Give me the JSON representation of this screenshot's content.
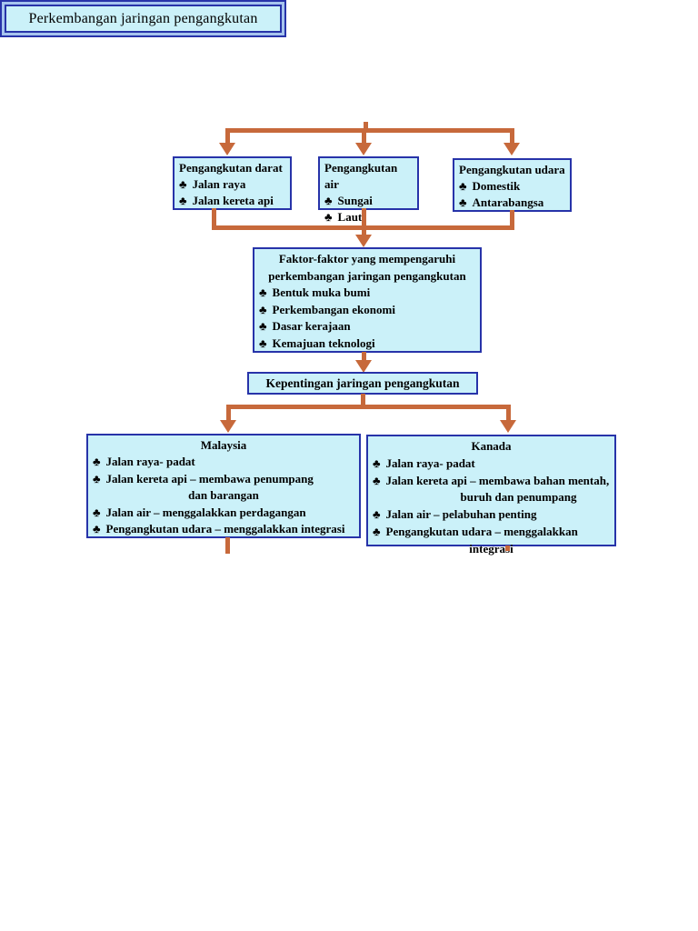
{
  "diagram": {
    "bullet": "♣",
    "colors": {
      "box_fill": "#CBF1F9",
      "box_border": "#2733A9",
      "arrow": "#C7693B",
      "title_inner_ring": "#A6C4EE",
      "page_background": "#FFFFFF",
      "text": "#000000"
    },
    "title": "Perkembangan jaringan pengangkutan",
    "darat": {
      "header": "Pengangkutan darat",
      "items": [
        "Jalan raya",
        "Jalan kereta api"
      ]
    },
    "air": {
      "header": "Pengangkutan air",
      "items": [
        "Sungai",
        "Laut"
      ]
    },
    "udara": {
      "header": "Pengangkutan udara",
      "items": [
        "Domestik",
        "Antarabangsa"
      ]
    },
    "faktor": {
      "header_line1": "Faktor-faktor yang mempengaruhi",
      "header_line2": "perkembangan jaringan pengangkutan",
      "items": [
        "Bentuk muka bumi",
        "Perkembangan ekonomi",
        "Dasar kerajaan",
        "Kemajuan teknologi"
      ]
    },
    "kepentingan": {
      "label": "Kepentingan jaringan pengangkutan"
    },
    "malaysia": {
      "header": "Malaysia",
      "items": [
        {
          "text": "Jalan raya- padat"
        },
        {
          "text": "Jalan kereta api – membawa penumpang",
          "cont": "dan barangan"
        },
        {
          "text": "Jalan air – menggalakkan perdagangan"
        },
        {
          "text": "Pengangkutan udara – menggalakkan integrasi"
        }
      ]
    },
    "kanada": {
      "header": "Kanada",
      "items": [
        {
          "text": "Jalan raya- padat"
        },
        {
          "text": "Jalan kereta api – membawa bahan mentah,",
          "cont": "buruh dan penumpang"
        },
        {
          "text": "Jalan air – pelabuhan penting"
        },
        {
          "text": "Pengangkutan udara – menggalakkan",
          "cont": "integrasi"
        }
      ]
    }
  }
}
